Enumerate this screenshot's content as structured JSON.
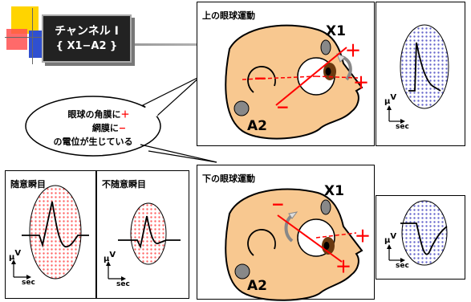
{
  "channel": {
    "line1": "チャンネル Ⅰ",
    "line2": "{ X1−A2 }"
  },
  "callout": {
    "line1_text": "眼球の角膜に",
    "line1_sign": "＋",
    "line2_text": "網膜に",
    "line2_sign": "−",
    "line3": "の電位が生じている"
  },
  "upper_panel": {
    "title": "上の眼球運動",
    "x1": "X1",
    "a2": "A2",
    "signs": [
      "＋",
      "＋",
      "−",
      "−"
    ]
  },
  "lower_panel": {
    "title": "下の眼球運動",
    "x1": "X1",
    "a2": "A2",
    "signs": [
      "−",
      "＋",
      "＋"
    ]
  },
  "blink_voluntary": {
    "title": "随意瞬目"
  },
  "blink_involuntary": {
    "title": "不随意瞬目"
  },
  "axis": {
    "unit": "μV",
    "unit_mu": "μ",
    "unit_v": "V",
    "time": "sec"
  },
  "colors": {
    "face": "#f8c890",
    "positive": "#ff0000",
    "eye_iris": "#6b3a10",
    "dots_blue": "#6666cc",
    "dots_red": "#ff6666",
    "channel_box": "#222222"
  }
}
